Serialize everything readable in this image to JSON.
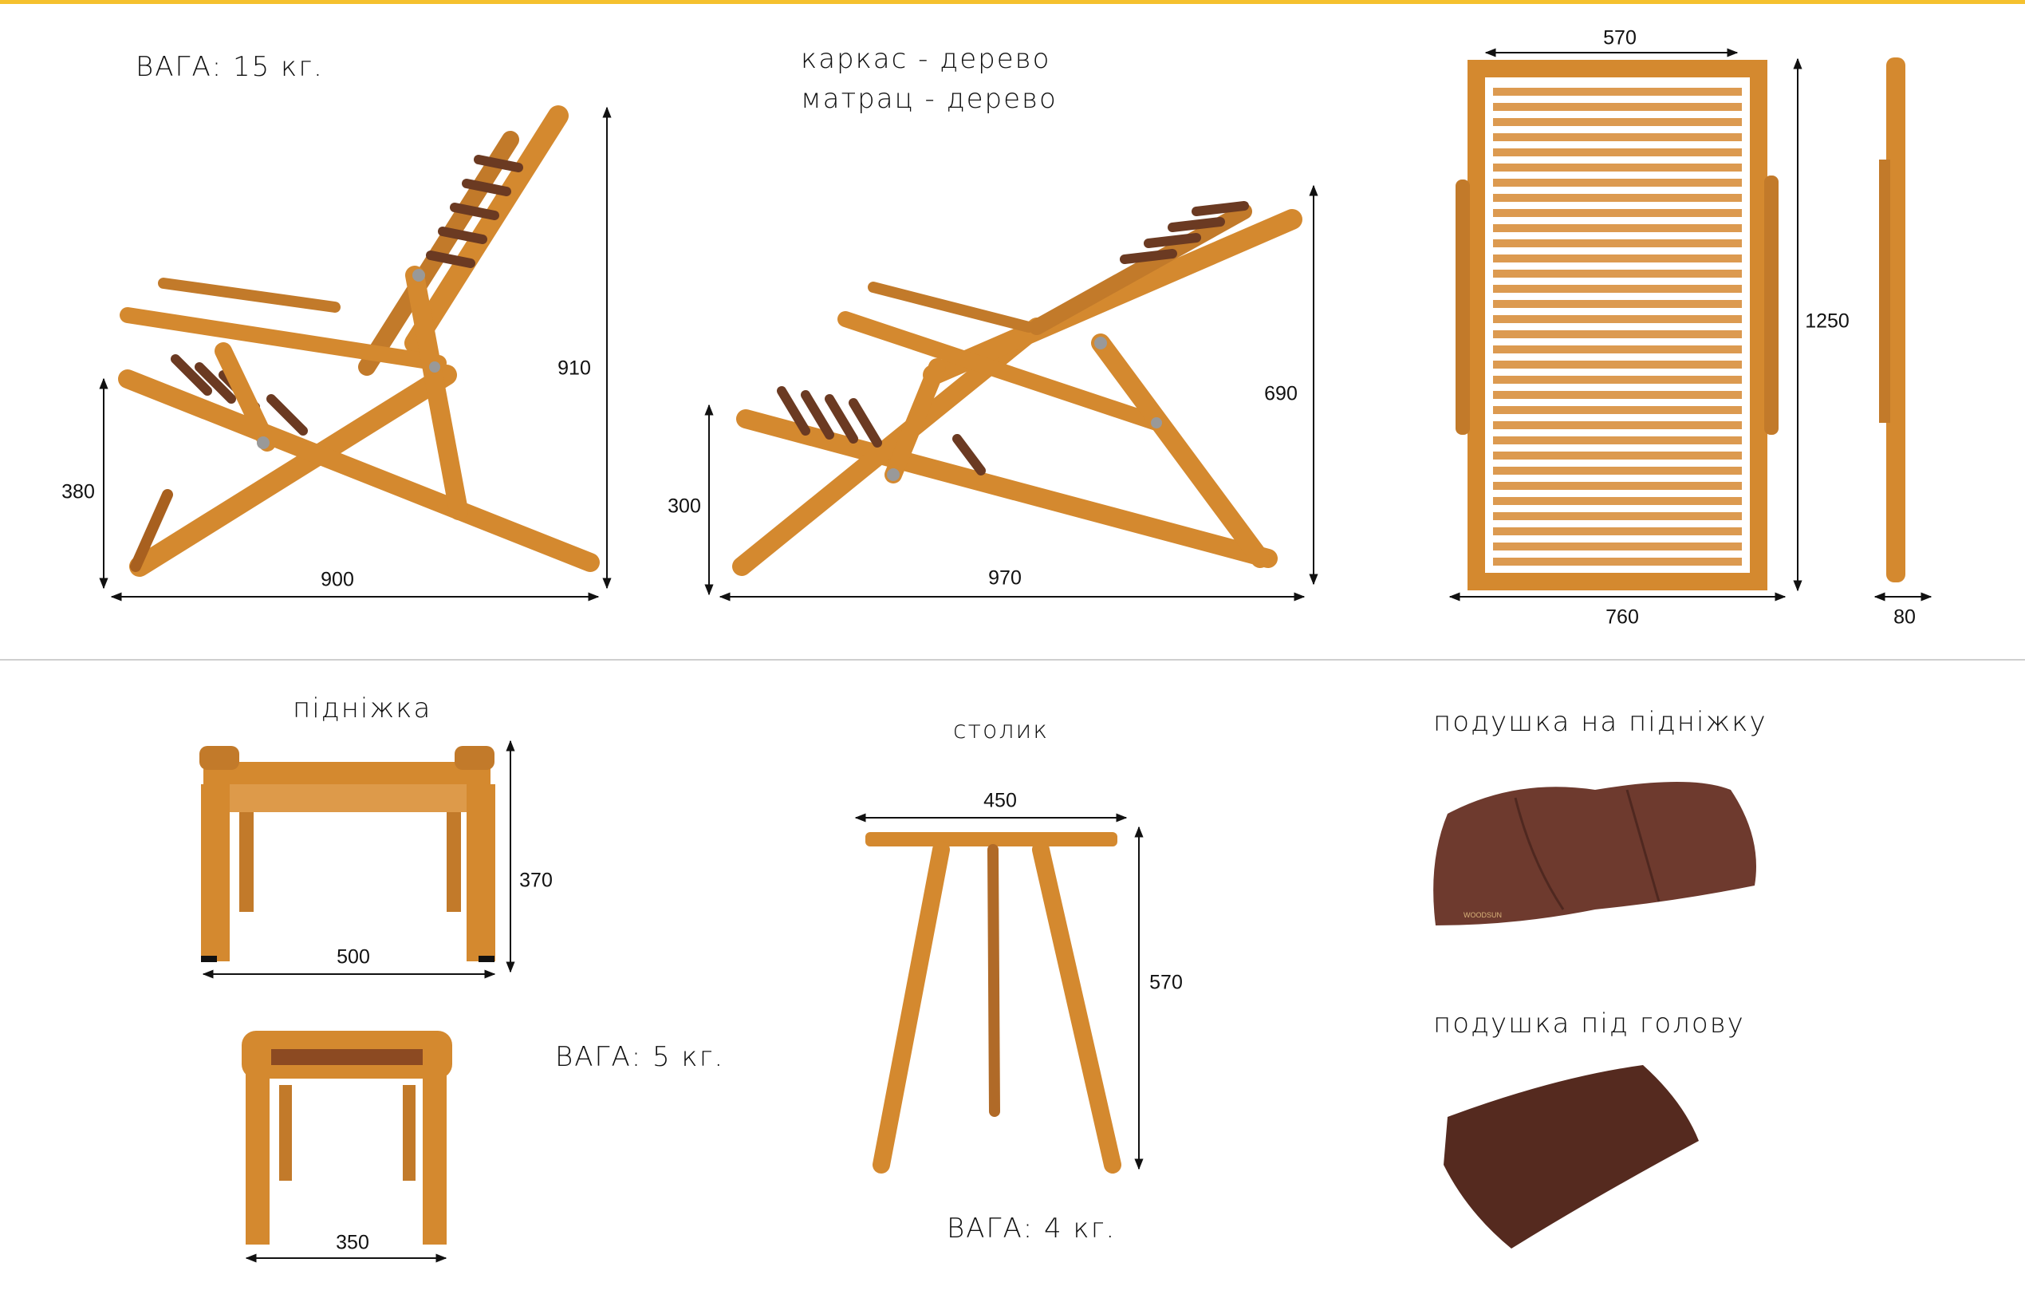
{
  "colors": {
    "accent_bar": "#f5c12e",
    "wood": "#d4892f",
    "wood_dark": "#a8601f",
    "slat": "#6b3a22",
    "cushion": "#6e3a2e",
    "cushion_head": "#552a1f",
    "dimension": "#111111"
  },
  "chair": {
    "weight": "ВАГА: 15 кг.",
    "material_frame": "каркас - дерево",
    "material_mattress": "матрац - дерево",
    "upright": {
      "height": "910",
      "seat_height": "380",
      "length": "900"
    },
    "reclined": {
      "height": "690",
      "seat_height": "300",
      "length": "970"
    },
    "top_view": {
      "inner_width": "570",
      "length": "1250",
      "width": "760"
    },
    "folded": {
      "thickness": "80"
    }
  },
  "footrest": {
    "title": "підніжка",
    "height": "370",
    "width": "500",
    "depth": "350",
    "weight": "ВАГА: 5 кг."
  },
  "table": {
    "title": "столик",
    "diameter": "450",
    "height": "570",
    "weight": "ВАГА: 4 кг."
  },
  "cushions": {
    "footrest_title": "подушка на підніжку",
    "head_title": "подушка під голову",
    "logo_text": "WOODSUN"
  }
}
